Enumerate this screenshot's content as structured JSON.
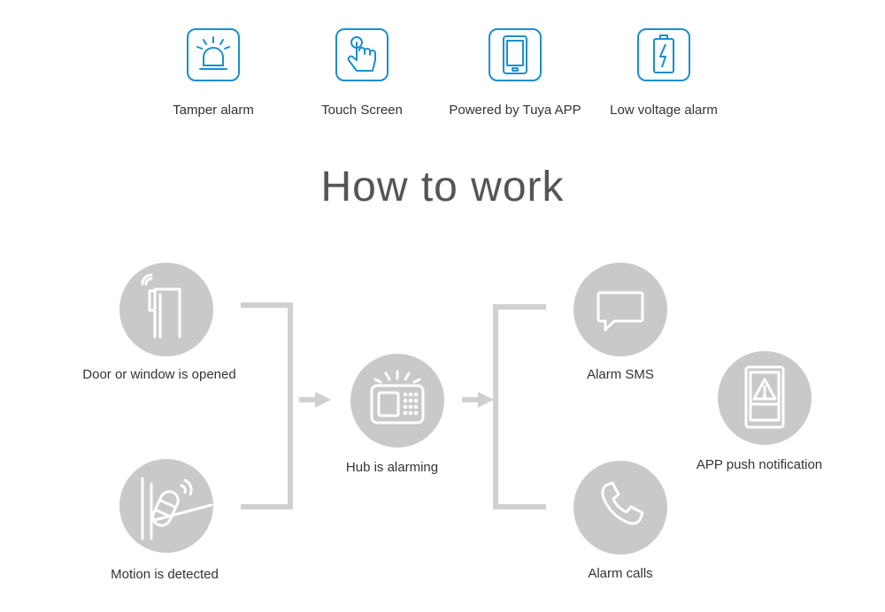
{
  "features": [
    {
      "label": "Tamper alarm",
      "icon": "siren-icon"
    },
    {
      "label": "Touch Screen",
      "icon": "touch-hand-icon"
    },
    {
      "label": "Powered by Tuya APP",
      "icon": "smartphone-icon"
    },
    {
      "label": "Low voltage alarm",
      "icon": "battery-icon"
    }
  ],
  "title": "How to work",
  "triggers": [
    {
      "label": "Door or window is opened",
      "icon": "door-sensor-icon"
    },
    {
      "label": "Motion is detected",
      "icon": "motion-sensor-icon"
    }
  ],
  "hub": {
    "label": "Hub is alarming",
    "icon": "alarm-hub-icon"
  },
  "outputs": [
    {
      "label": "Alarm SMS",
      "icon": "sms-bubble-icon"
    },
    {
      "label": "Alarm calls",
      "icon": "phone-icon"
    },
    {
      "label": "APP push notification",
      "icon": "phone-warning-icon"
    }
  ],
  "colors": {
    "accent": "#1a8fd0",
    "circle": "#c9c9c9",
    "connector": "#d0d0d0",
    "text": "#333333"
  }
}
